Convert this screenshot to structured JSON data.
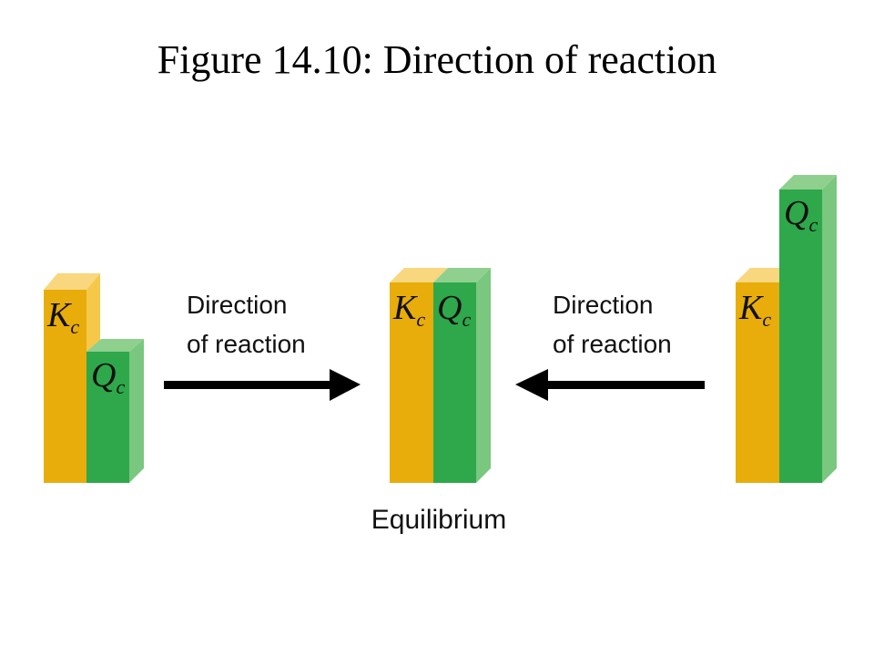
{
  "title": "Figure 14.10: Direction of reaction",
  "colors": {
    "kc_front": "#e8ad0a",
    "kc_side": "#f5c84a",
    "kc_top": "#f8d77e",
    "qc_front": "#2ea84a",
    "qc_side": "#7ac77f",
    "qc_top": "#8fd08f",
    "arrow": "#000000"
  },
  "labels": {
    "kc_symbol": "K",
    "kc_subscript": "c",
    "qc_symbol": "Q",
    "qc_subscript": "c",
    "direction_line1": "Direction",
    "direction_line2": "of reaction",
    "equilibrium": "Equilibrium"
  },
  "icons": {
    "left_arrow": "arrow-right-icon",
    "right_arrow": "arrow-left-icon"
  }
}
